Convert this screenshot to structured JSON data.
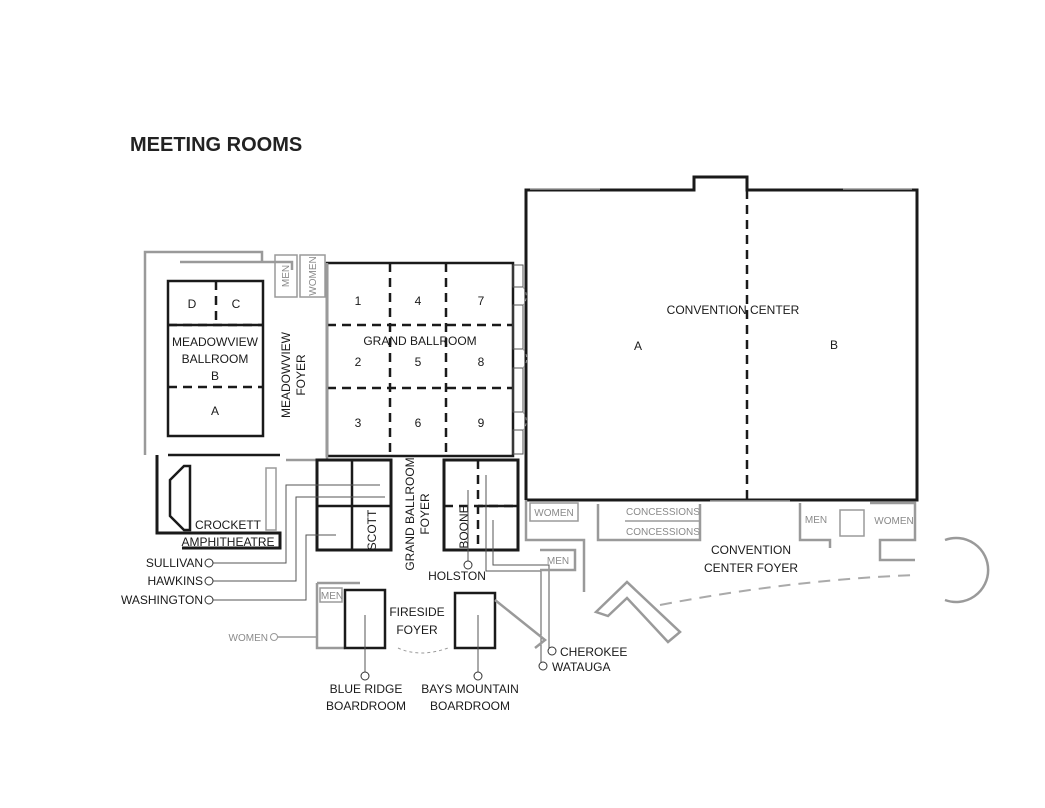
{
  "title": "MEETING ROOMS",
  "grand_ballroom": {
    "label": "GRAND BALLROOM",
    "sections": [
      "1",
      "4",
      "7",
      "2",
      "5",
      "8",
      "3",
      "6",
      "9"
    ]
  },
  "meadowview": {
    "label_line1": "MEADOWVIEW",
    "label_line2": "BALLROOM",
    "sections": [
      "D",
      "C",
      "B",
      "A"
    ],
    "foyer_line1": "MEADOWVIEW",
    "foyer_line2": "FOYER"
  },
  "convention_center": {
    "label": "CONVENTION CENTER",
    "sections": [
      "A",
      "B"
    ],
    "foyer_line1": "CONVENTION",
    "foyer_line2": "CENTER FOYER",
    "concessions": [
      "CONCESSIONS",
      "CONCESSIONS"
    ]
  },
  "restrooms": {
    "men": "MEN",
    "women": "WOMEN"
  },
  "rooms": {
    "crockett_line1": "CROCKETT",
    "crockett_line2": "AMPHITHEATRE",
    "scott": "SCOTT",
    "boone": "BOONE",
    "grand_foyer_line1": "GRAND BALLROOM",
    "grand_foyer_line2": "FOYER",
    "holston": "HOLSTON",
    "fireside_line1": "FIRESIDE",
    "fireside_line2": "FOYER",
    "sullivan": "SULLIVAN",
    "hawkins": "HAWKINS",
    "washington": "WASHINGTON",
    "cherokee": "CHEROKEE",
    "watauga": "WATAUGA",
    "blue_ridge_line1": "BLUE RIDGE",
    "blue_ridge_line2": "BOARDROOM",
    "bays_mountain_line1": "BAYS MOUNTAIN",
    "bays_mountain_line2": "BOARDROOM"
  }
}
